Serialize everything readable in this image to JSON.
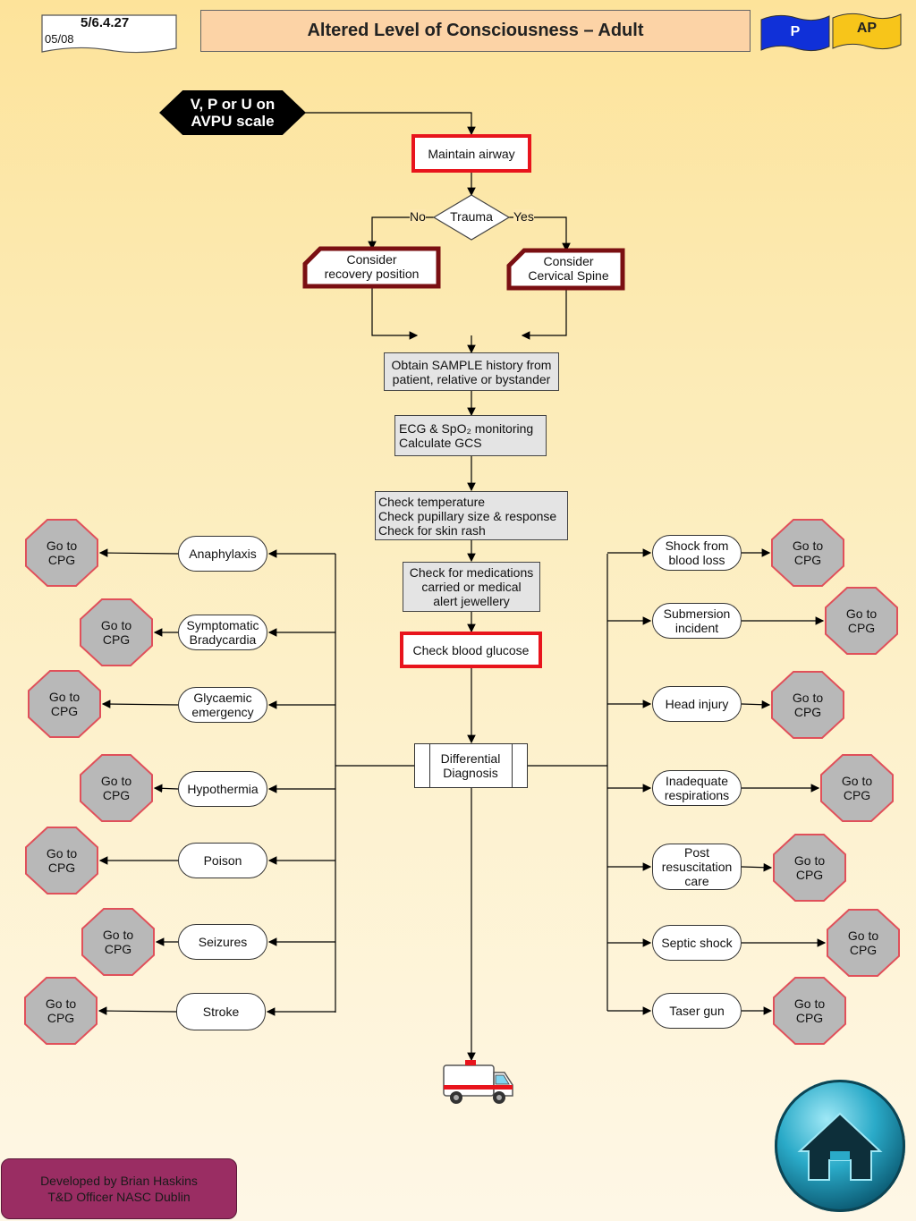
{
  "header": {
    "doc_number": "5/6.4.27",
    "doc_date": "05/08",
    "title": "Altered Level of Consciousness – Adult",
    "flag_p": "P",
    "flag_ap": "AP"
  },
  "start": "V, P or U on\nAVPU scale",
  "maintain_airway": "Maintain airway",
  "trauma": "Trauma",
  "no_label": "No",
  "yes_label": "Yes",
  "recovery": "Consider\nrecovery position",
  "cervical": "Consider\nCervical Spine",
  "sample": "Obtain SAMPLE history from\npatient, relative or bystander",
  "ecg": "ECG & SpO₂ monitoring\nCalculate GCS",
  "temperature": "Check temperature\nCheck pupillary size & response\nCheck for skin rash",
  "medications": "Check for medications\ncarried or medical\nalert jewellery",
  "glucose": "Check blood glucose",
  "differential": "Differential\nDiagnosis",
  "goto": "Go to\nCPG",
  "left_items": [
    "Anaphylaxis",
    "Symptomatic\nBradycardia",
    "Glycaemic\nemergency",
    "Hypothermia",
    "Poison",
    "Seizures",
    "Stroke"
  ],
  "right_items": [
    "Shock from\nblood loss",
    "Submersion\nincident",
    "Head injury",
    "Inadequate\nrespirations",
    "Post\nresuscitation\ncare",
    "Septic shock",
    "Taser gun"
  ],
  "footer": "Developed by Brian Haskins\nT&D Officer NASC Dublin",
  "icons": {
    "ambulance": "ambulance-icon",
    "home": "home-icon"
  },
  "colors": {
    "red_border": "#e8141c",
    "dark_red": "#7a0f12",
    "flag_blue": "#1030d8",
    "flag_yellow": "#f7c51a",
    "footer_bg": "#9a2d63"
  }
}
